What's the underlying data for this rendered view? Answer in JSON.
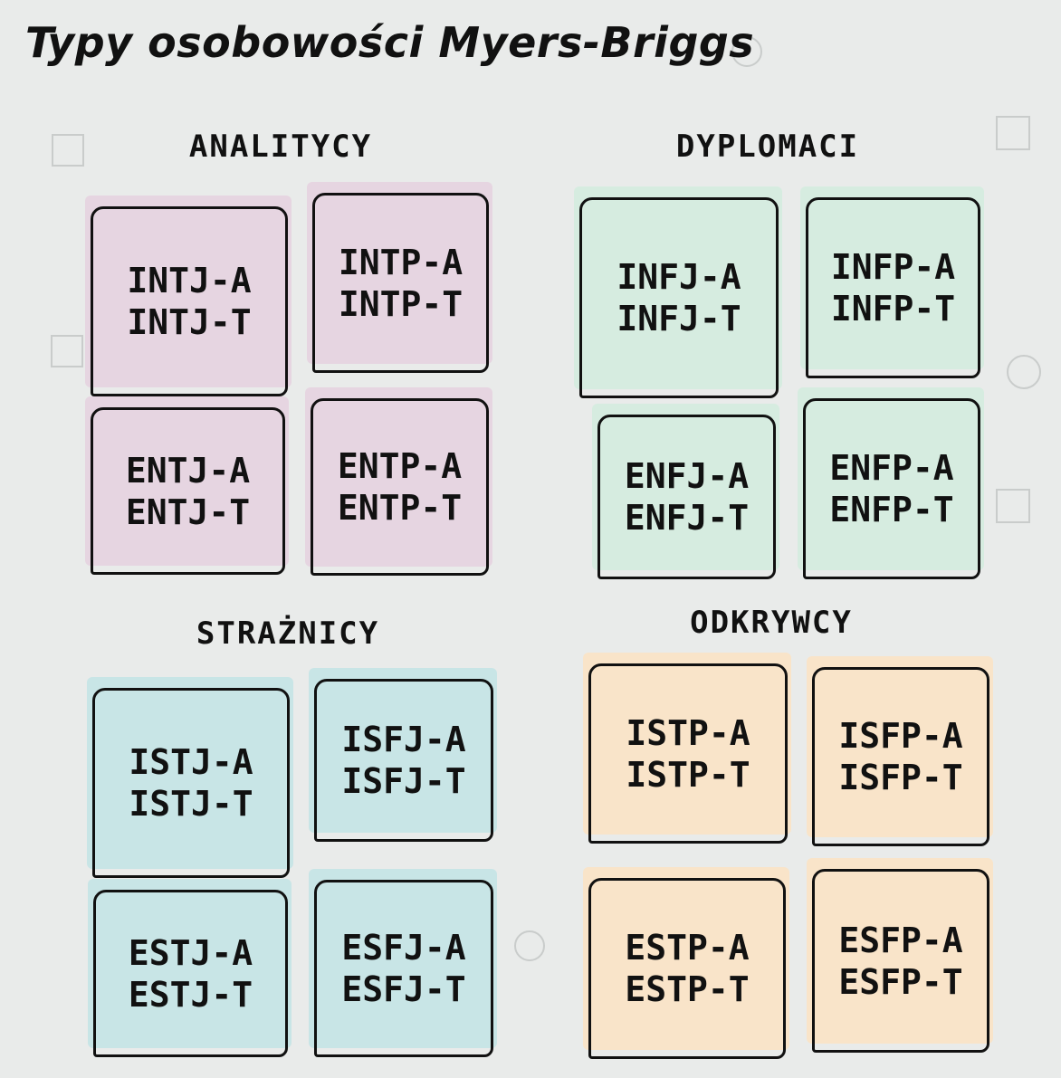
{
  "title": "Typy osobowości Myers-Briggs",
  "groups": [
    {
      "name": "ANALITYCY",
      "color": "#e6d5e1",
      "types": [
        [
          "INTJ-A",
          "INTJ-T"
        ],
        [
          "INTP-A",
          "INTP-T"
        ],
        [
          "ENTJ-A",
          "ENTJ-T"
        ],
        [
          "ENTP-A",
          "ENTP-T"
        ]
      ]
    },
    {
      "name": "DYPLOMACI",
      "color": "#d6ece0",
      "types": [
        [
          "INFJ-A",
          "INFJ-T"
        ],
        [
          "INFP-A",
          "INFP-T"
        ],
        [
          "ENFJ-A",
          "ENFJ-T"
        ],
        [
          "ENFP-A",
          "ENFP-T"
        ]
      ]
    },
    {
      "name": "STRAŻNICY",
      "color": "#c8e5e6",
      "types": [
        [
          "ISTJ-A",
          "ISTJ-T"
        ],
        [
          "ISFJ-A",
          "ISFJ-T"
        ],
        [
          "ESTJ-A",
          "ESTJ-T"
        ],
        [
          "ESFJ-A",
          "ESFJ-T"
        ]
      ]
    },
    {
      "name": "ODKRYWCY",
      "color": "#f9e4c9",
      "types": [
        [
          "ISTP-A",
          "ISTP-T"
        ],
        [
          "ISFP-A",
          "ISFP-T"
        ],
        [
          "ESTP-A",
          "ESTP-T"
        ],
        [
          "ESFP-A",
          "ESFP-T"
        ]
      ]
    }
  ]
}
